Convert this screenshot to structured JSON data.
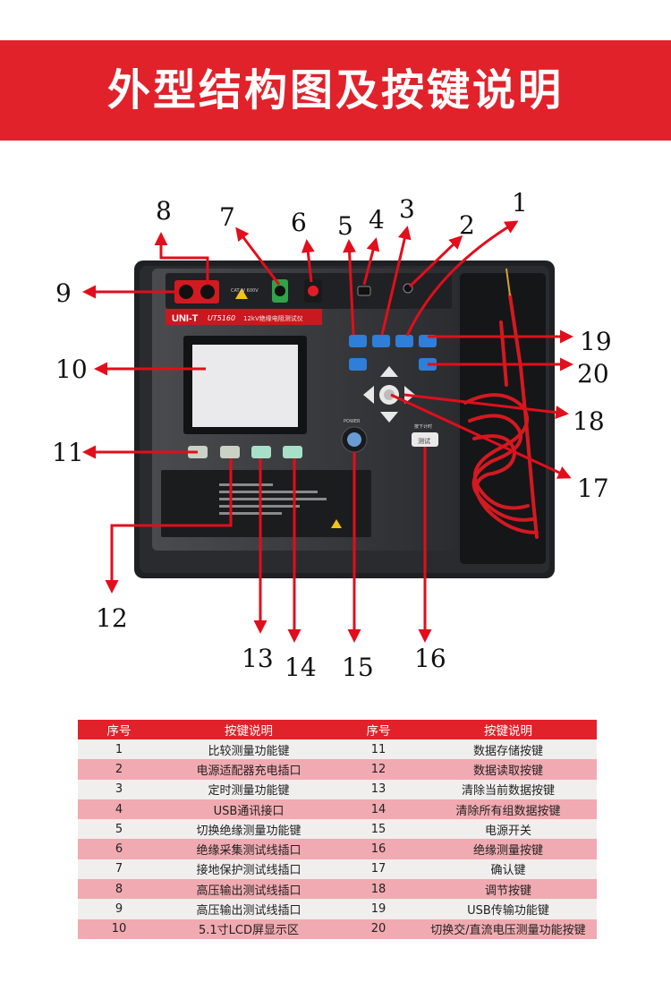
{
  "header": {
    "title": "外型结构图及按键说明"
  },
  "device": {
    "brand": "UNI-T",
    "model": "UT5160",
    "model_desc": "12kV绝缘电阻测试仪",
    "cat_rating": "CAT IV 600V",
    "brand_small": "UNI-T",
    "test_label_top": "按下计时",
    "test_button": "测试",
    "power_label": "POWER"
  },
  "callouts": [
    "1",
    "2",
    "3",
    "4",
    "5",
    "6",
    "7",
    "8",
    "9",
    "10",
    "11",
    "12",
    "13",
    "14",
    "15",
    "16",
    "17",
    "18",
    "19",
    "20"
  ],
  "table": {
    "headers": [
      "序号",
      "按键说明",
      "序号",
      "按键说明"
    ],
    "rows": [
      [
        "1",
        "比较测量功能键",
        "11",
        "数据存储按键"
      ],
      [
        "2",
        "电源适配器充电插口",
        "12",
        "数据读取按键"
      ],
      [
        "3",
        "定时测量功能键",
        "13",
        "清除当前数据按键"
      ],
      [
        "4",
        "USB通讯接口",
        "14",
        "清除所有组数据按键"
      ],
      [
        "5",
        "切换绝缘测量功能键",
        "15",
        "电源开关"
      ],
      [
        "6",
        "绝缘采集测试线插口",
        "16",
        "绝缘测量按键"
      ],
      [
        "7",
        "接地保护测试线插口",
        "17",
        "确认键"
      ],
      [
        "8",
        "高压输出测试线插口",
        "18",
        "调节按键"
      ],
      [
        "9",
        "高压输出测试线插口",
        "19",
        "USB传输功能键"
      ],
      [
        "10",
        "5.1寸LCD屏显示区",
        "20",
        "切换交/直流电压测量功能按键"
      ]
    ]
  },
  "colors": {
    "brand_red": "#e1222b",
    "row_pink": "#f1aab1",
    "row_light": "#f1eeee",
    "key_blue": "#2d7fd8"
  }
}
